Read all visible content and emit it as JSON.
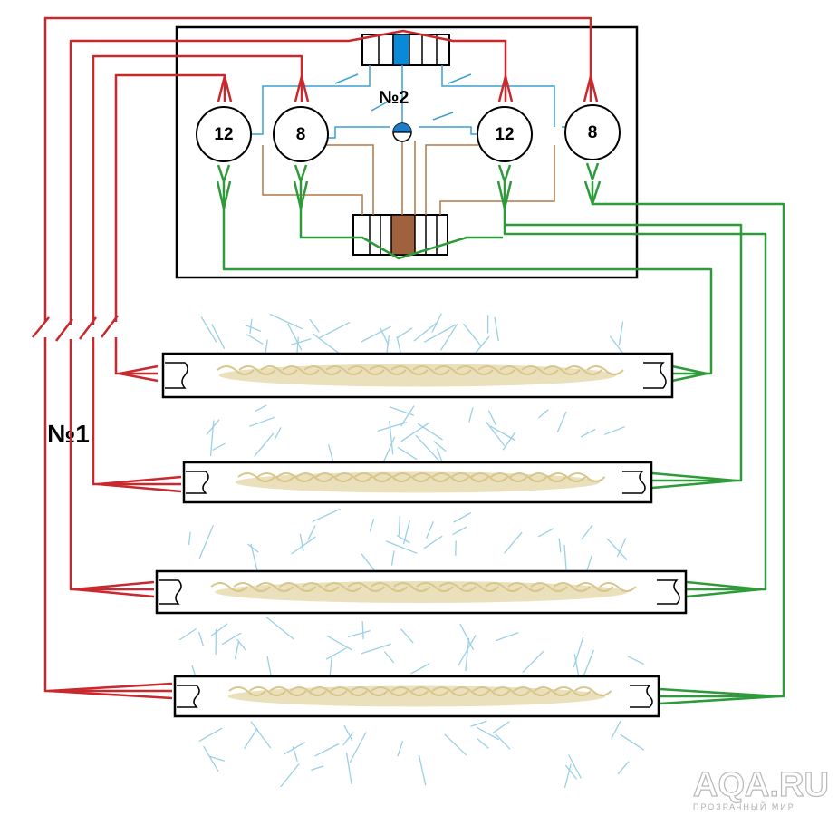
{
  "labels": {
    "group_switch": "№1",
    "switch_unit": "№2"
  },
  "socket_ratings": [
    "12",
    "8",
    "12",
    "8"
  ],
  "lamp_count": 4,
  "watermark": {
    "title": "AQA.RU",
    "subtitle": "ПРОЗРАЧНЫЙ МИР"
  },
  "colors": {
    "phase_wire": "#c8282e",
    "return_wire": "#2e9a3a",
    "control_wire": "#3aa0d0",
    "brown_wire": "#b07848",
    "lamp_glow": "#e8dbb0",
    "light_rays": "#9ad0e6"
  }
}
